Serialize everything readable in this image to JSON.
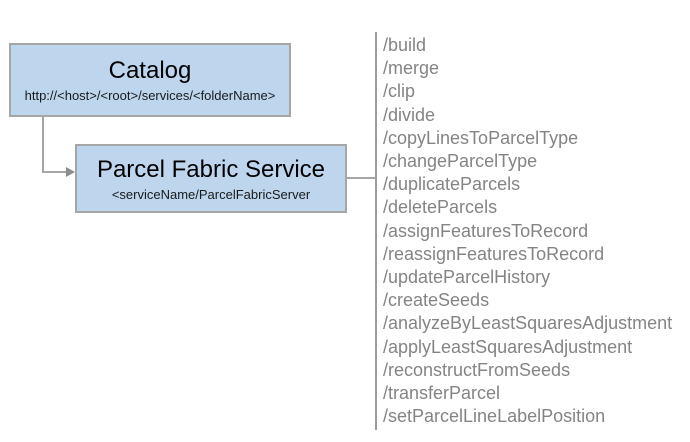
{
  "colors": {
    "box_fill": "#bdd6ee",
    "box_border": "#a6a6a6",
    "connector": "#a6a6a6",
    "arrow": "#8c8c8c",
    "divider": "#9c9c9c",
    "list_text": "#848484",
    "title_text": "#000000",
    "subtitle_text": "#1a1a1a"
  },
  "catalog_box": {
    "title": "Catalog",
    "url": "http://<host>/<root>/services/<folderName>"
  },
  "service_box": {
    "title": "Parcel Fabric Service",
    "subtitle": "<serviceName/ParcelFabricServer"
  },
  "endpoints": {
    "items": [
      "/build",
      "/merge",
      "/clip",
      "/divide",
      "/copyLinesToParcelType",
      "/changeParcelType",
      "/duplicateParcels",
      "/deleteParcels",
      "/assignFeaturesToRecord",
      "/reassignFeaturesToRecord",
      "/updateParcelHistory",
      "/createSeeds",
      "/analyzeByLeastSquaresAdjustment",
      "/applyLeastSquaresAdjustment",
      "/reconstructFromSeeds",
      "/transferParcel",
      "/setParcelLineLabelPosition"
    ]
  }
}
